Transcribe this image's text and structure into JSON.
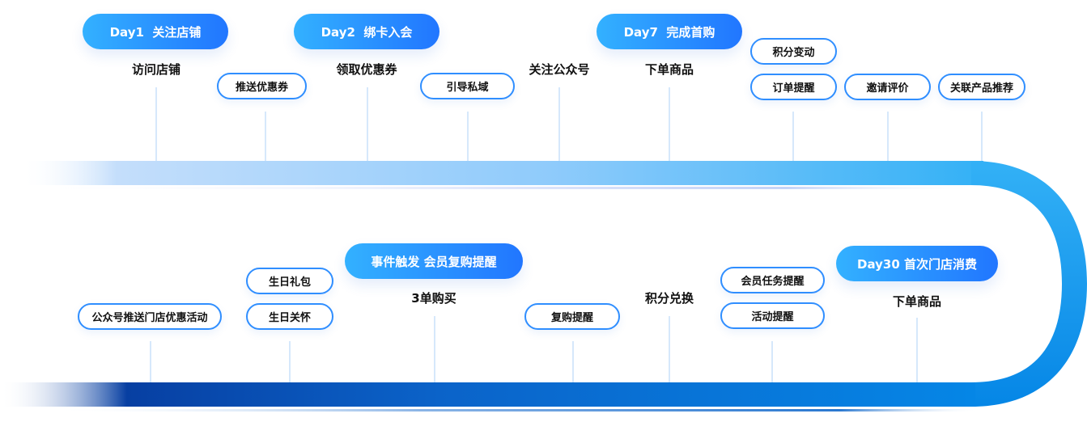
{
  "colors": {
    "pill_start": "#33b1ff",
    "pill_end": "#2176ff",
    "tag_border": "#2f8eff",
    "top_track_start": "#c7e0fb",
    "top_track_end": "#33b1f6",
    "bottom_track_start": "#033da0",
    "bottom_track_end": "#0a8ee6",
    "connector": "#d6e8fb"
  },
  "top_row": {
    "milestones": [
      {
        "label": "Day1  关注店铺"
      },
      {
        "label": "Day2  绑卡入会"
      },
      {
        "label": "Day7  完成首购"
      }
    ],
    "steps": [
      {
        "label": "访问店铺"
      },
      {
        "label": "领取优惠券"
      },
      {
        "label": "关注公众号"
      },
      {
        "label": "下单商品"
      }
    ],
    "tags": [
      {
        "label": "推送优惠券"
      },
      {
        "label": "引导私域"
      },
      {
        "label": "积分变动"
      },
      {
        "label": "订单提醒"
      },
      {
        "label": "邀请评价"
      },
      {
        "label": "关联产品推荐"
      }
    ]
  },
  "bottom_row": {
    "milestones": [
      {
        "label": "事件触发 会员复购提醒"
      },
      {
        "label": "Day30 首次门店消费"
      }
    ],
    "steps": [
      {
        "label": "3单购买"
      },
      {
        "label": "积分兑换"
      },
      {
        "label": "下单商品"
      }
    ],
    "tags": [
      {
        "label": "公众号推送门店优惠活动"
      },
      {
        "label": "生日礼包"
      },
      {
        "label": "生日关怀"
      },
      {
        "label": "复购提醒"
      },
      {
        "label": "会员任务提醒"
      },
      {
        "label": "活动提醒"
      }
    ]
  }
}
